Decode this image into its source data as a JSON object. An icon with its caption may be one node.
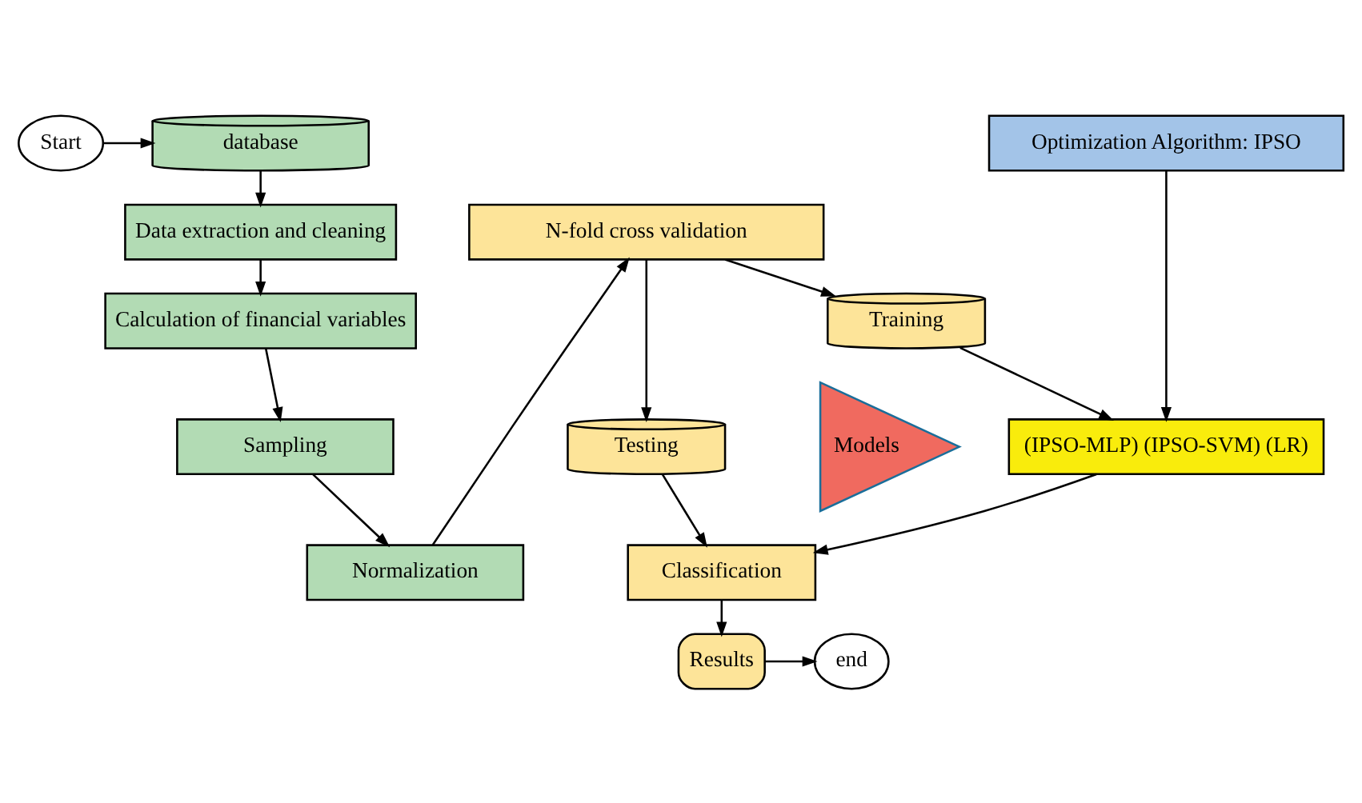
{
  "diagram": {
    "nodes": [
      {
        "text": [
          "Start"
        ]
      },
      {
        "text": [
          "database"
        ]
      },
      {
        "text": [
          "Data extraction and cleaning"
        ]
      },
      {
        "text": [
          "Calculation of financial variables"
        ]
      },
      {
        "text": [
          "Sampling"
        ]
      },
      {
        "text": [
          "Normalization"
        ]
      },
      {
        "text": [
          "Optimization Algorithm: IPSO"
        ]
      },
      {
        "text": [
          "N-fold cross validation"
        ]
      },
      {
        "text": [
          "Training"
        ]
      },
      {
        "text": [
          "Testing"
        ]
      },
      {
        "text": [
          "Models"
        ]
      },
      {
        "text": [
          "(IPSO-MLP) (IPSO-SVM) (LR)"
        ]
      },
      {
        "text": [
          "Classification"
        ]
      },
      {
        "text": [
          "Results"
        ]
      },
      {
        "text": [
          "end"
        ]
      }
    ],
    "edges": [
      {
        "from": 0,
        "to": 1,
        "arrow": "to"
      },
      {
        "from": 1,
        "to": 2,
        "arrow": "to"
      },
      {
        "from": 2,
        "to": 3,
        "arrow": "to"
      },
      {
        "from": 3,
        "to": 4,
        "arrow": "to"
      },
      {
        "from": 4,
        "to": 5,
        "arrow": "to"
      },
      {
        "from": 5,
        "to": 7,
        "arrow": "to"
      },
      {
        "from": 7,
        "to": 8,
        "arrow": "to"
      },
      {
        "from": 7,
        "to": 9,
        "arrow": "to"
      },
      {
        "from": 8,
        "to": 11,
        "arrow": "to"
      },
      {
        "from": 6,
        "to": 11,
        "arrow": "to"
      },
      {
        "from": 9,
        "to": 12,
        "arrow": "to"
      },
      {
        "from": 11,
        "to": 12,
        "arrow": "to"
      },
      {
        "from": 12,
        "to": 13,
        "arrow": "to"
      },
      {
        "from": 13,
        "to": 14,
        "arrow": "to"
      }
    ]
  }
}
